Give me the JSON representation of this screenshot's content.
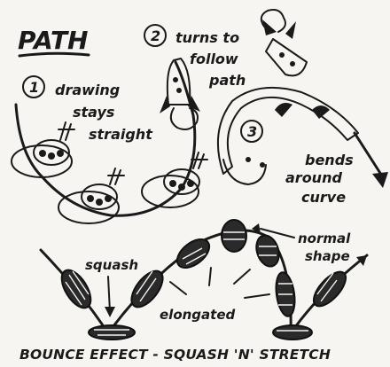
{
  "title": "PATH",
  "steps": [
    {
      "number": "1",
      "lines": [
        "drawing",
        "stays",
        "straight"
      ]
    },
    {
      "number": "2",
      "lines": [
        "turns to",
        "follow",
        "path"
      ]
    },
    {
      "number": "3",
      "lines": [
        "bends",
        "around",
        "curve"
      ]
    }
  ],
  "bounce": {
    "labels": {
      "squash": "squash",
      "elongated": "elongated",
      "normal_shape": [
        "normal",
        "shape"
      ]
    },
    "caption": "BOUNCE EFFECT - SQUASH 'N' STRETCH"
  }
}
